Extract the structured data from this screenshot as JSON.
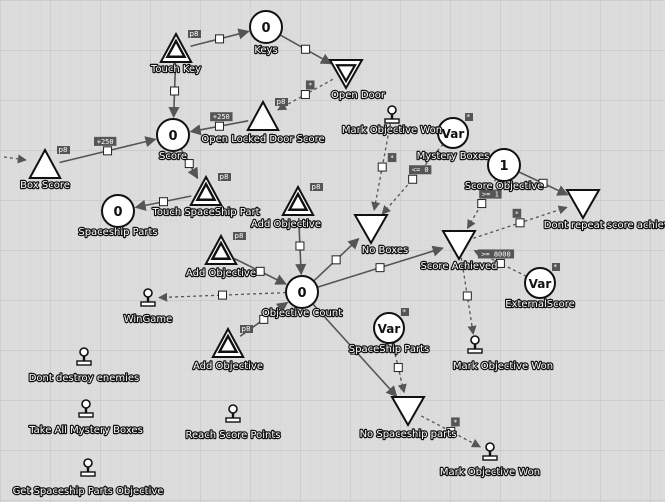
{
  "diagram": {
    "nodes": [
      {
        "id": "touch-key",
        "kind": "source",
        "label": "Touch Key",
        "tag": "p8"
      },
      {
        "id": "keys",
        "kind": "pool",
        "value": "0",
        "label": "Keys"
      },
      {
        "id": "open-door",
        "kind": "drain",
        "label": "Open Door"
      },
      {
        "id": "open-locked-door-score",
        "kind": "source-solid",
        "label": "Open Locked Door Score",
        "tag": "p8"
      },
      {
        "id": "mark-objective-won-top",
        "kind": "endcondition",
        "label": "Mark Objective Won"
      },
      {
        "id": "mystery-boxes",
        "kind": "register",
        "value": "Var",
        "label": "Mystery Boxes",
        "tag": "*"
      },
      {
        "id": "score",
        "kind": "pool",
        "value": "0",
        "label": "Score"
      },
      {
        "id": "box-score",
        "kind": "source-solid",
        "label": "Box Score",
        "tag": "p8"
      },
      {
        "id": "touch-spaceship-part",
        "kind": "source",
        "label": "Touch SpaceShip Part",
        "tag": "p8"
      },
      {
        "id": "spaceship-parts-pool",
        "kind": "pool",
        "value": "0",
        "label": "Spaceship Parts"
      },
      {
        "id": "add-objective-1",
        "kind": "source",
        "label": "Add Objective",
        "tag": "p8"
      },
      {
        "id": "add-objective-2",
        "kind": "source",
        "label": "Add Objective",
        "tag": "p8"
      },
      {
        "id": "add-objective-3",
        "kind": "source",
        "label": "Add Objective",
        "tag": "p8"
      },
      {
        "id": "objective-count",
        "kind": "pool",
        "value": "0",
        "label": "Objective Count"
      },
      {
        "id": "wingame",
        "kind": "endcondition",
        "label": "WinGame"
      },
      {
        "id": "no-boxes",
        "kind": "drain-solid",
        "label": "No Boxes"
      },
      {
        "id": "score-objective",
        "kind": "pool",
        "value": "1",
        "label": "Score Objective"
      },
      {
        "id": "dont-repeat",
        "kind": "drain-solid",
        "label": "Dont repeat score achieved"
      },
      {
        "id": "score-achieved",
        "kind": "drain-solid",
        "label": "Score Achieved"
      },
      {
        "id": "external-score",
        "kind": "register",
        "value": "Var",
        "label": "ExternalScore",
        "tag": "*"
      },
      {
        "id": "mark-objective-won-mid",
        "kind": "endcondition",
        "label": "Mark Objective Won"
      },
      {
        "id": "spaceship-parts-var",
        "kind": "register",
        "value": "Var",
        "label": "SpaceShip Parts",
        "tag": "*"
      },
      {
        "id": "no-spaceship-parts",
        "kind": "drain-solid",
        "label": "No Spaceship parts"
      },
      {
        "id": "mark-objective-won-bottom",
        "kind": "endcondition",
        "label": "Mark Objective Won"
      },
      {
        "id": "dont-destroy-enemies",
        "kind": "endcondition",
        "label": "Dont destroy enemies"
      },
      {
        "id": "take-all-mystery-boxes",
        "kind": "endcondition",
        "label": "Take All Mystery Boxes"
      },
      {
        "id": "reach-score-points",
        "kind": "endcondition",
        "label": "Reach Score Points"
      },
      {
        "id": "get-spaceship-parts-objective",
        "kind": "endcondition",
        "label": "Get Spaceship Parts Objective"
      }
    ],
    "edges": [
      {
        "from": "touch-key",
        "to": "keys",
        "style": "solid"
      },
      {
        "from": "keys",
        "to": "open-door",
        "style": "solid"
      },
      {
        "from": "touch-key",
        "to": "score",
        "style": "solid"
      },
      {
        "from": "open-locked-door-score",
        "to": "score",
        "style": "solid",
        "label": "+250"
      },
      {
        "from": "open-door",
        "to": "open-locked-door-score",
        "style": "dashed",
        "label": "*"
      },
      {
        "from": "box-score",
        "to": "score",
        "style": "solid",
        "label": "+250"
      },
      {
        "from": "score",
        "to": "touch-spaceship-part",
        "style": "solid"
      },
      {
        "from": "touch-spaceship-part",
        "to": "spaceship-parts-pool",
        "style": "solid"
      },
      {
        "from": "add-objective-1",
        "to": "objective-count",
        "style": "solid"
      },
      {
        "from": "add-objective-2",
        "to": "objective-count",
        "style": "solid"
      },
      {
        "from": "add-objective-3",
        "to": "objective-count",
        "style": "solid"
      },
      {
        "from": "objective-count",
        "to": "wingame",
        "style": "dashed"
      },
      {
        "from": "objective-count",
        "to": "no-boxes",
        "style": "solid"
      },
      {
        "from": "objective-count",
        "to": "score-achieved",
        "style": "solid"
      },
      {
        "from": "objective-count",
        "to": "no-spaceship-parts",
        "style": "solid"
      },
      {
        "from": "mark-objective-won-top",
        "to": "no-boxes",
        "style": "dashed",
        "label": "*"
      },
      {
        "from": "mystery-boxes",
        "to": "no-boxes",
        "style": "dashed",
        "label": "<= 0"
      },
      {
        "from": "score-objective",
        "to": "dont-repeat",
        "style": "solid"
      },
      {
        "from": "score-objective",
        "to": "score-achieved",
        "style": "dashed",
        "label": ">= 1"
      },
      {
        "from": "score-achieved",
        "to": "dont-repeat",
        "style": "dashed",
        "label": "*"
      },
      {
        "from": "external-score",
        "to": "score-achieved",
        "style": "dashed",
        "label": ">= 8000"
      },
      {
        "from": "score-achieved",
        "to": "mark-objective-won-mid",
        "style": "dashed"
      },
      {
        "from": "spaceship-parts-var",
        "to": "no-spaceship-parts",
        "style": "dashed"
      },
      {
        "from": "no-spaceship-parts",
        "to": "mark-objective-won-bottom",
        "style": "dashed",
        "label": "*"
      }
    ]
  }
}
